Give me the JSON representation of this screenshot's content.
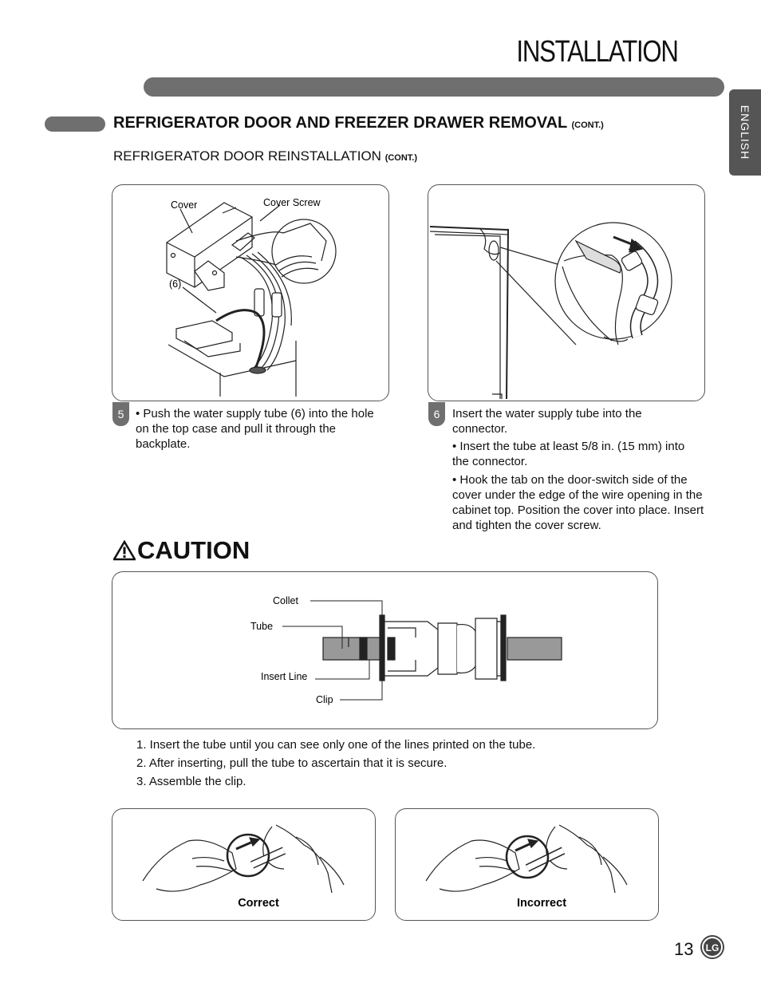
{
  "header": {
    "title": "INSTALLATION",
    "language_tab": "ENGLISH"
  },
  "section": {
    "title": "REFRIGERATOR DOOR AND FREEZER DRAWER REMOVAL",
    "title_suffix": "(CONT.)",
    "subtitle": "REFRIGERATOR DOOR REINSTALLATION",
    "subtitle_suffix": "(CONT.)"
  },
  "step5": {
    "number": "5",
    "labels": {
      "cover": "Cover",
      "cover_screw": "Cover Screw",
      "tube_ref": "(6)"
    },
    "text": "• Push the water supply tube (6) into the hole on the top case and pull it through the backplate."
  },
  "step6": {
    "number": "6",
    "intro": "Insert the water supply tube into the connector.",
    "bullets": [
      "• Insert the tube at least 5/8 in. (15 mm) into the connector.",
      "• Hook the tab on the door-switch side of the cover under the edge of the wire opening in the cabinet top. Position the cover into place. Insert and tighten the cover screw."
    ]
  },
  "caution": {
    "title": "CAUTION",
    "labels": {
      "collet": "Collet",
      "tube": "Tube",
      "insert_line": "Insert Line",
      "clip": "Clip"
    },
    "steps": [
      "1. Insert the tube until you can see only one of the lines printed on the tube.",
      "2. After inserting, pull the tube to ascertain that it is secure.",
      "3. Assemble the clip."
    ]
  },
  "examples": {
    "correct": "Correct",
    "incorrect": "Incorrect"
  },
  "footer": {
    "page_number": "13",
    "logo": "LG"
  }
}
